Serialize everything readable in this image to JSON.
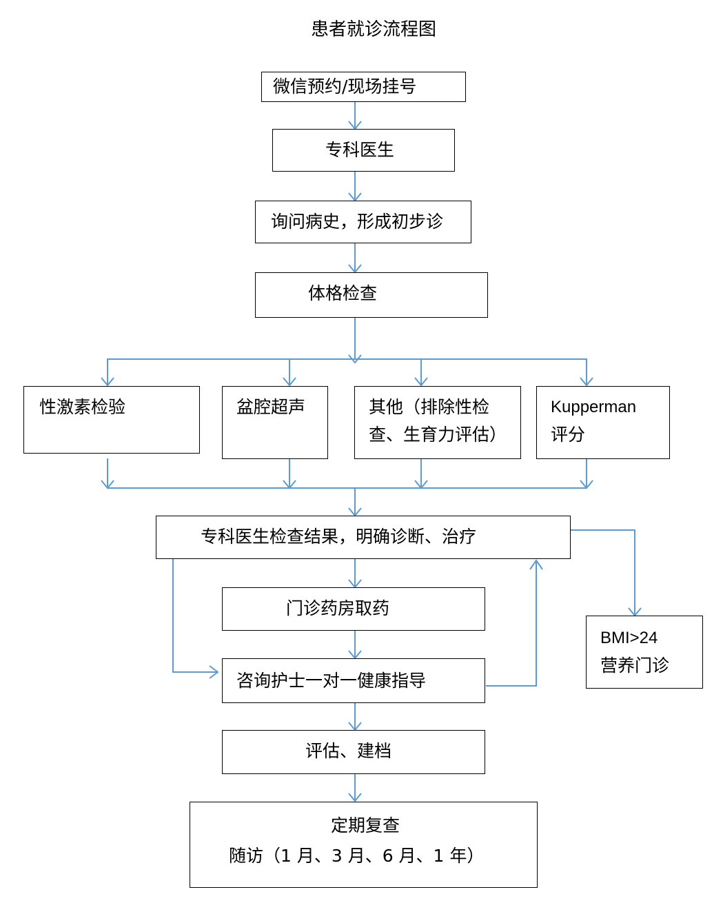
{
  "title": "患者就诊流程图",
  "nodes": {
    "appointment": "微信预约/现场挂号",
    "specialist": "专科医生",
    "history": "询问病史，形成初步诊",
    "physical_exam": "体格检查",
    "hormone_test": "性激素检验",
    "pelvic_ultrasound": "盆腔超声",
    "other_line1": "其他（排除性检",
    "other_line2": "查、生育力评估）",
    "kupperman_line1": "Kupperman",
    "kupperman_line2": "评分",
    "diagnosis": "专科医生检查结果，明确诊断、治疗",
    "pharmacy": "门诊药房取药",
    "nurse_guidance": "咨询护士一对一健康指导",
    "bmi_line1": "BMI>24",
    "bmi_line2": "营养门诊",
    "assessment": "评估、建档",
    "followup_line1": "定期复查",
    "followup_line2": "随访（1 月、3 月、6 月、1 年）"
  },
  "colors": {
    "edge": "#5b9bd5",
    "border": "#000000"
  }
}
